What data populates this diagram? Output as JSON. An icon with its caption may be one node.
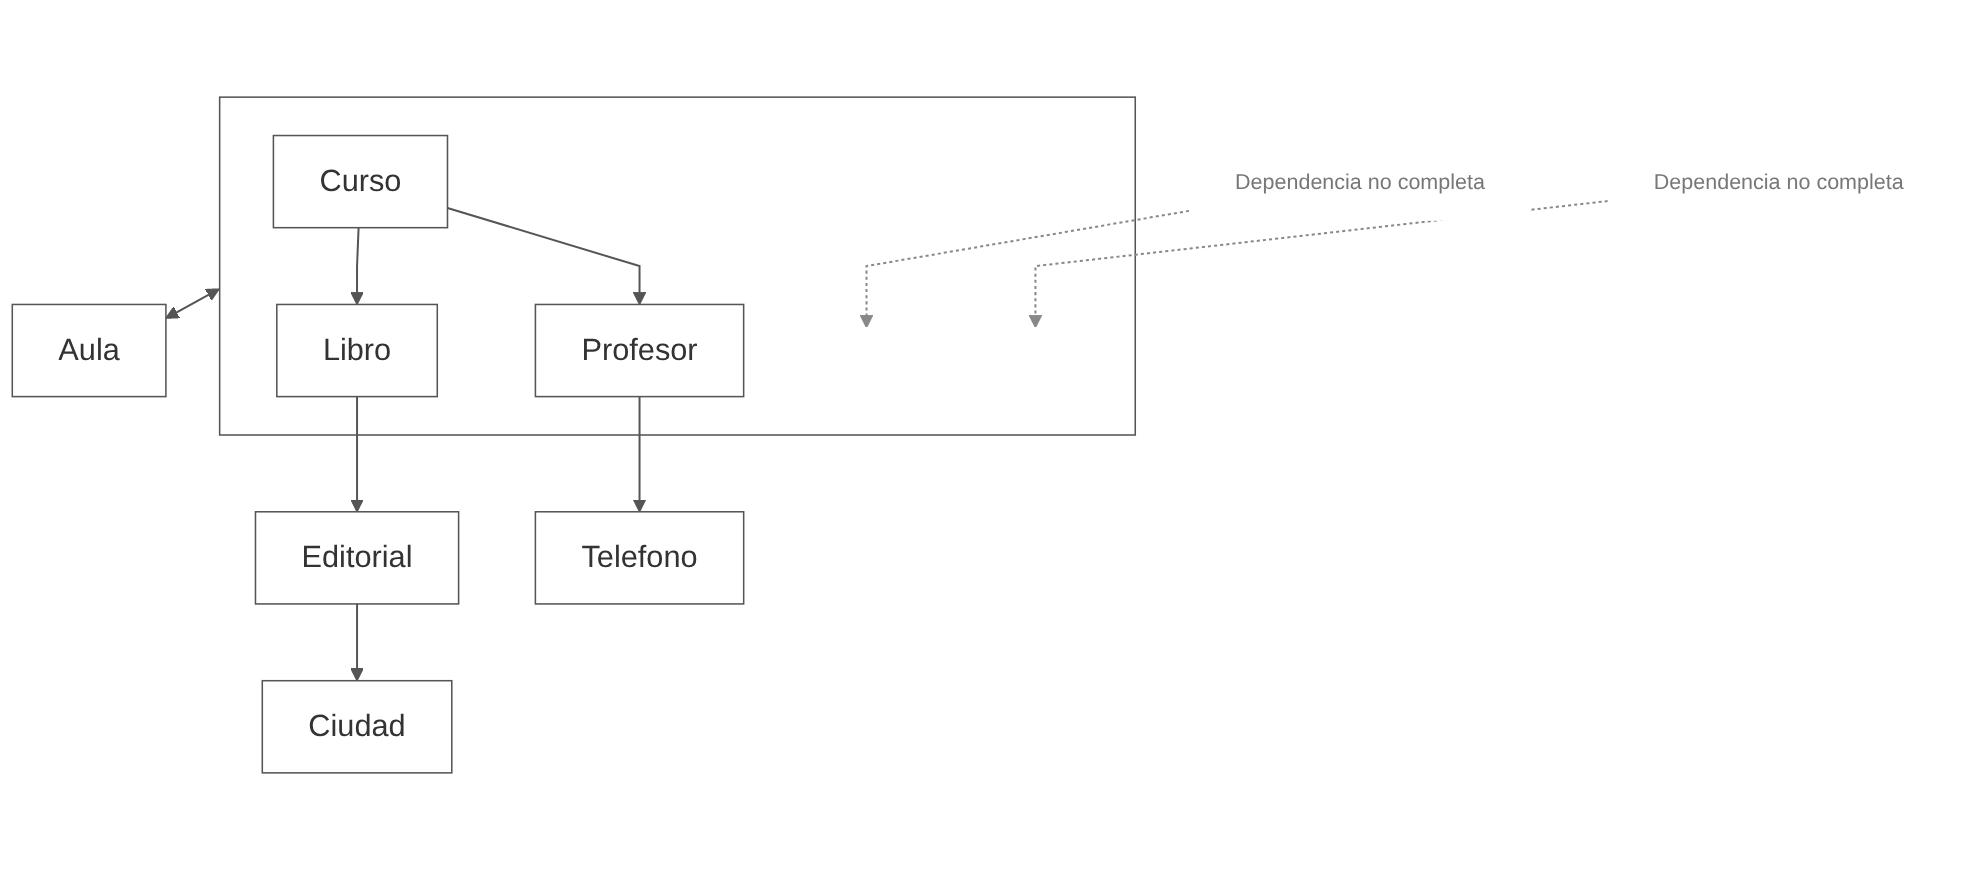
{
  "diagram": {
    "nodes": [
      {
        "text": [],
        "shape": "box"
      },
      {
        "text": [
          "Curso"
        ],
        "in": 0
      },
      {
        "text": [
          "Profesor"
        ],
        "in": 0
      },
      {
        "text": [
          "Libro"
        ],
        "in": 0
      },
      {
        "text": [
          "Aula"
        ]
      },
      {
        "text": [
          "Telefono"
        ]
      },
      {
        "text": [
          "Editorial"
        ]
      },
      {
        "text": [
          "Ciudad"
        ]
      },
      {
        "text": [
          "Dependencia no completa"
        ]
      },
      {
        "text": [
          "Dependencia no completa"
        ]
      }
    ],
    "edges": [
      {
        "from": 1,
        "to": 2,
        "arrow": "to"
      },
      {
        "from": 1,
        "to": 3,
        "arrow": "to"
      },
      {
        "from": 0,
        "to": 4,
        "arrow": "both"
      },
      {
        "from": 2,
        "to": 5,
        "arrow": "to"
      },
      {
        "from": 3,
        "to": 6,
        "arrow": "to"
      },
      {
        "from": 6,
        "to": 7,
        "arrow": "to"
      },
      {
        "from": 8,
        "to": null,
        "arrow": "to",
        "style": "dashed"
      },
      {
        "from": 9,
        "to": null,
        "arrow": "to",
        "style": "dashed"
      }
    ]
  }
}
